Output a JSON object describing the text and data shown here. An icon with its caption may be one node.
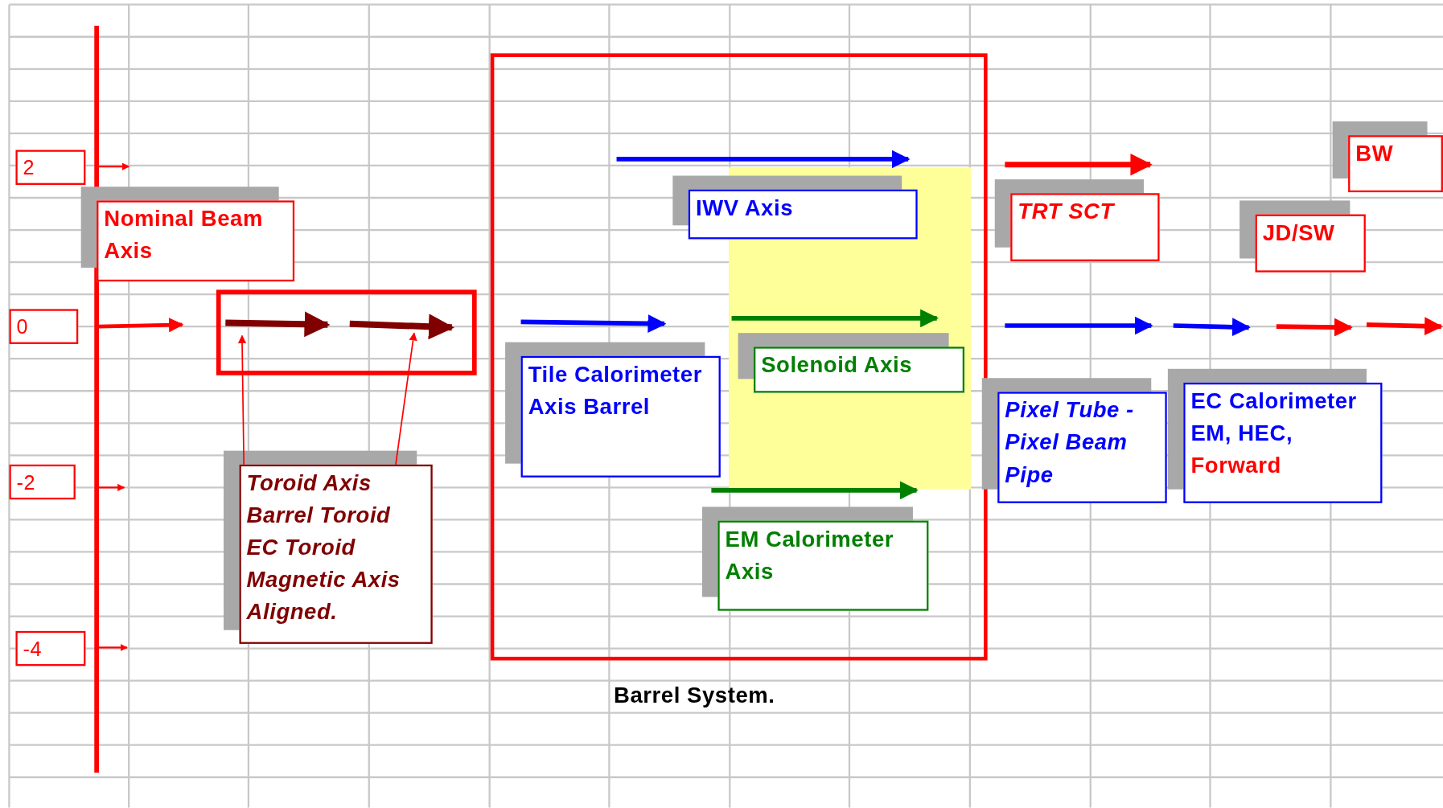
{
  "diagram": {
    "nodes": [
      {
        "text": [
          "2"
        ]
      },
      {
        "text": [
          "Nominal Beam Axis"
        ]
      },
      {
        "text": [
          "0"
        ]
      },
      {
        "text": [],
        "shape": "box"
      },
      {
        "text": [],
        "shape": "arrow",
        "in": 3
      },
      {
        "text": [],
        "shape": "arrow",
        "in": 3
      },
      {
        "text": [
          "Toroid Axis Barrel Toroid EC Toroid Magnetic Axis Aligned."
        ]
      },
      {
        "text": [
          "-2"
        ]
      },
      {
        "text": [
          "-4"
        ]
      },
      {
        "text": [
          "Barrel System."
        ]
      },
      {
        "text": [
          "IWV Axis"
        ],
        "in": 9
      },
      {
        "text": [
          "Tile Calorimeter Axis Barrel"
        ],
        "in": 9
      },
      {
        "text": [
          "Solenoid Axis"
        ],
        "in": 9
      },
      {
        "text": [
          "EM Calorimeter Axis"
        ],
        "in": 9
      },
      {
        "text": [
          "TRT SCT"
        ]
      },
      {
        "text": [
          "BW"
        ]
      },
      {
        "text": [
          "JD/SW"
        ]
      },
      {
        "text": [
          "Pixel Tube - Pixel Beam Pipe"
        ]
      },
      {
        "text": [
          "EC Calorimeter EM, HEC,",
          "Forward"
        ]
      }
    ],
    "edges": [
      {
        "from": 6,
        "to": 4,
        "arrow": "to"
      },
      {
        "from": 6,
        "to": 5,
        "arrow": "to"
      }
    ]
  }
}
